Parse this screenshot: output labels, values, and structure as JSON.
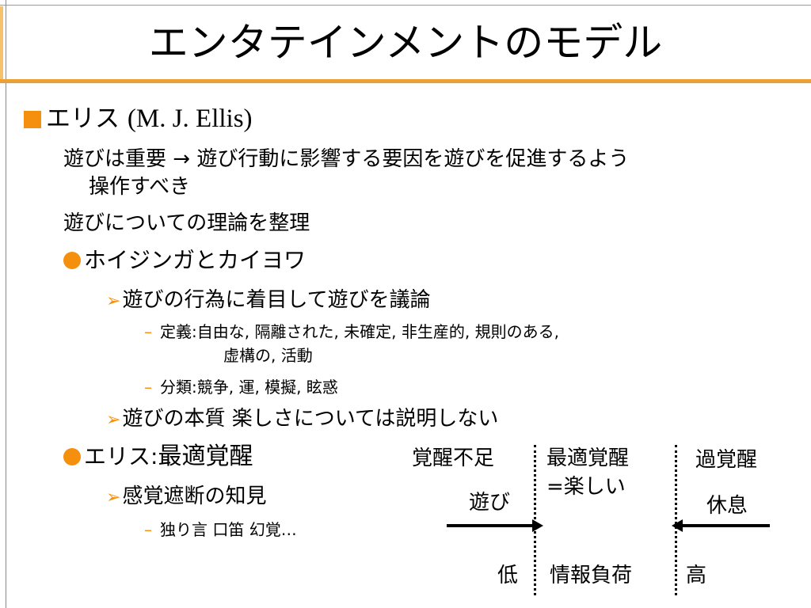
{
  "slide": {
    "title": "エンタテインメントのモデル",
    "section": {
      "heading_jp": "エリス",
      "heading_en": "(M. J. Ellis)",
      "line1a": "遊びは重要 → 遊び行動に影響する要因を遊びを促進するよう",
      "line1b": "操作すべき",
      "line2": "遊びについての理論を整理",
      "sub1": {
        "heading": "ホイジンガとカイヨワ",
        "item1": "遊びの行為に着目して遊びを議論",
        "def_label": "定義:",
        "def_a": "自由な, 隔離された, 未確定, 非生産的, 規則のある,",
        "def_b": "虚構の, 活動",
        "cls_label": "分類:",
        "cls_text": "競争, 運, 模擬, 眩惑",
        "item2": "遊びの本質  楽しさについては説明しない"
      },
      "sub2": {
        "heading_a": "エリス",
        "heading_b": ":",
        "heading_c": "最適覚醒",
        "item1": "感覚遮断の知見",
        "item1_sub": "独り言 口笛 幻覚…"
      }
    },
    "diagram": {
      "low_arousal": "覚醒不足",
      "optimal_a": "最適覚醒",
      "optimal_b": "=楽しい",
      "over_arousal": "過覚醒",
      "play": "遊び",
      "rest": "休息",
      "low": "低",
      "info_load": "情報負荷",
      "high": "高"
    },
    "colors": {
      "accent": "#f5900e",
      "rule": "#f0a030"
    }
  }
}
